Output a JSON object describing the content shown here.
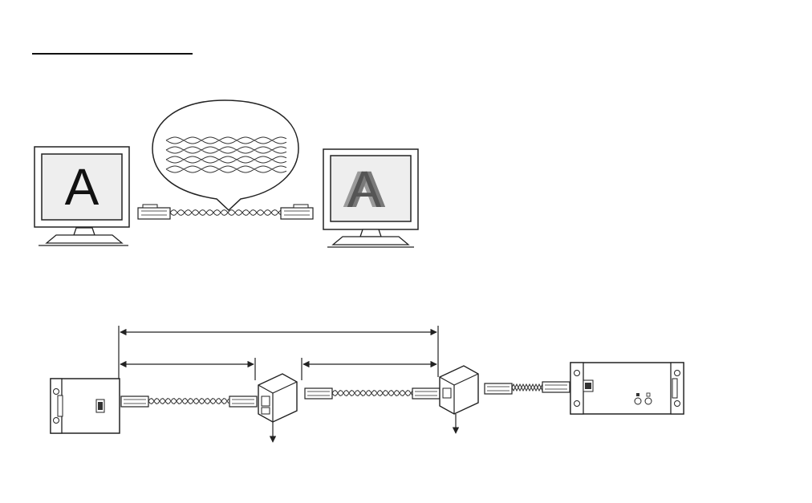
{
  "diagram": {
    "heading_rule": true,
    "top_scene": {
      "left_monitor_letter": "A",
      "right_monitor_letter": "A",
      "right_monitor_effect": "ghosted",
      "bubble_content": "twisted-pair-wires",
      "bubble_wire_rows": 4
    },
    "bottom_scene": {
      "overall_span": "full-link",
      "segments": 2,
      "couplers": 2,
      "ground_arrows": 2,
      "end_units": [
        "transmitter-box",
        "receiver-box"
      ],
      "colors": {
        "line": "#222222",
        "background": "#ffffff",
        "screen": "#eeeeee"
      }
    }
  }
}
